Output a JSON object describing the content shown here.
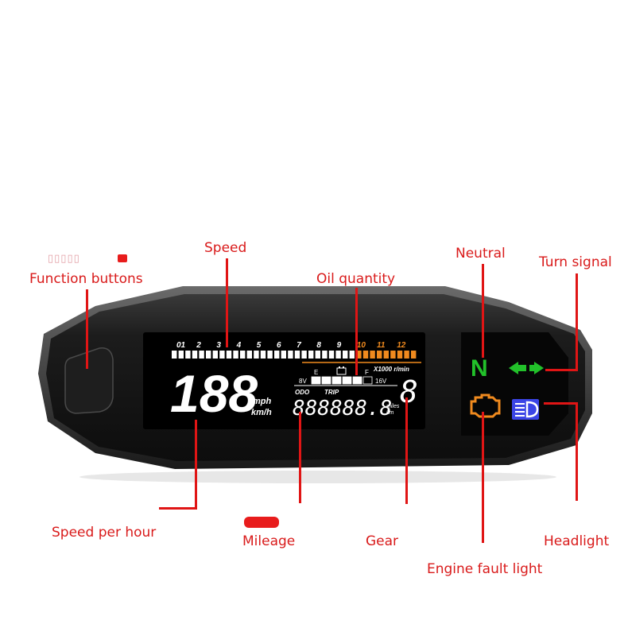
{
  "labels": {
    "speed": "Speed",
    "neutral": "Neutral",
    "turn_signal": "Turn signal",
    "function_buttons": "Function buttons",
    "oil_quantity": "Oil quantity",
    "speed_per_hour": "Speed per hour",
    "mileage": "Mileage",
    "gear": "Gear",
    "headlight": "Headlight",
    "engine_fault_light": "Engine fault light"
  },
  "display": {
    "tach_ticks": [
      "01",
      "2",
      "3",
      "4",
      "5",
      "6",
      "7",
      "8",
      "9",
      "10",
      "11",
      "12"
    ],
    "tach_red_from": "10",
    "speed_value": "188",
    "speed_unit_mph": "mph",
    "speed_unit_kmh": "km/h",
    "fuel_empty": "E",
    "fuel_full": "F",
    "rpm_unit": "X1000 r/min",
    "volt_low": "8V",
    "volt_high": "16V",
    "odo_label": "ODO",
    "trip_label": "TRIP",
    "odometer_value": "888888.8",
    "dist_unit_miles": "miles",
    "dist_unit_km": "km",
    "gear_value": "8",
    "neutral_indicator": "N"
  },
  "colors": {
    "label_red": "#d91a1a",
    "lcd_white": "#ffffff",
    "tach_red_zone": "#f08a1e",
    "neutral_green": "#22c12a",
    "turn_green": "#22c12a",
    "headlight_blue": "#3b45e6",
    "engine_orange": "#f08a1e"
  },
  "icons": {
    "battery": "battery-icon",
    "engine": "engine-check-icon",
    "turn": "turn-signal-arrows-icon",
    "headlight": "high-beam-headlight-icon",
    "button": "function-button-icon"
  }
}
